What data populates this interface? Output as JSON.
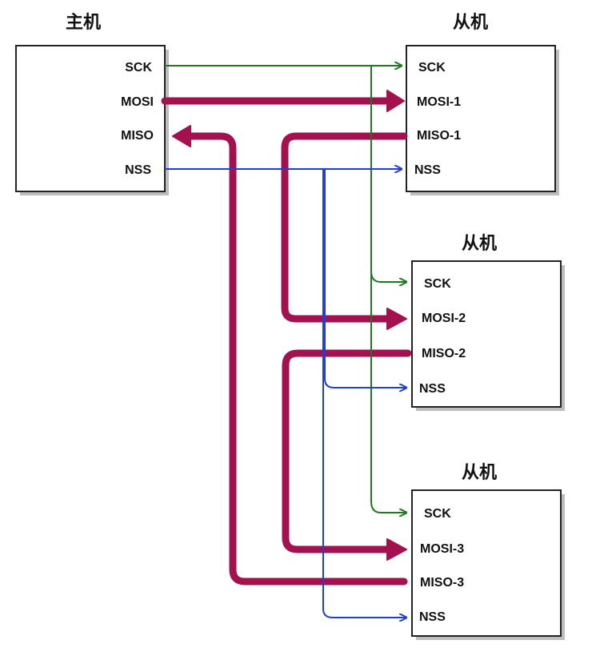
{
  "master": {
    "title": "主机",
    "pins": [
      "SCK",
      "MOSI",
      "MISO",
      "NSS"
    ]
  },
  "slaves": [
    {
      "title": "从机",
      "pins": [
        "SCK",
        "MOSI-1",
        "MISO-1",
        "NSS"
      ]
    },
    {
      "title": "从机",
      "pins": [
        "SCK",
        "MOSI-2",
        "MISO-2",
        "NSS"
      ]
    },
    {
      "title": "从机",
      "pins": [
        "SCK",
        "MOSI-3",
        "MISO-3",
        "NSS"
      ]
    }
  ],
  "colors": {
    "sck": "#1f7a1f",
    "mosi_miso": "#a3124e",
    "nss": "#1f3fd6"
  }
}
